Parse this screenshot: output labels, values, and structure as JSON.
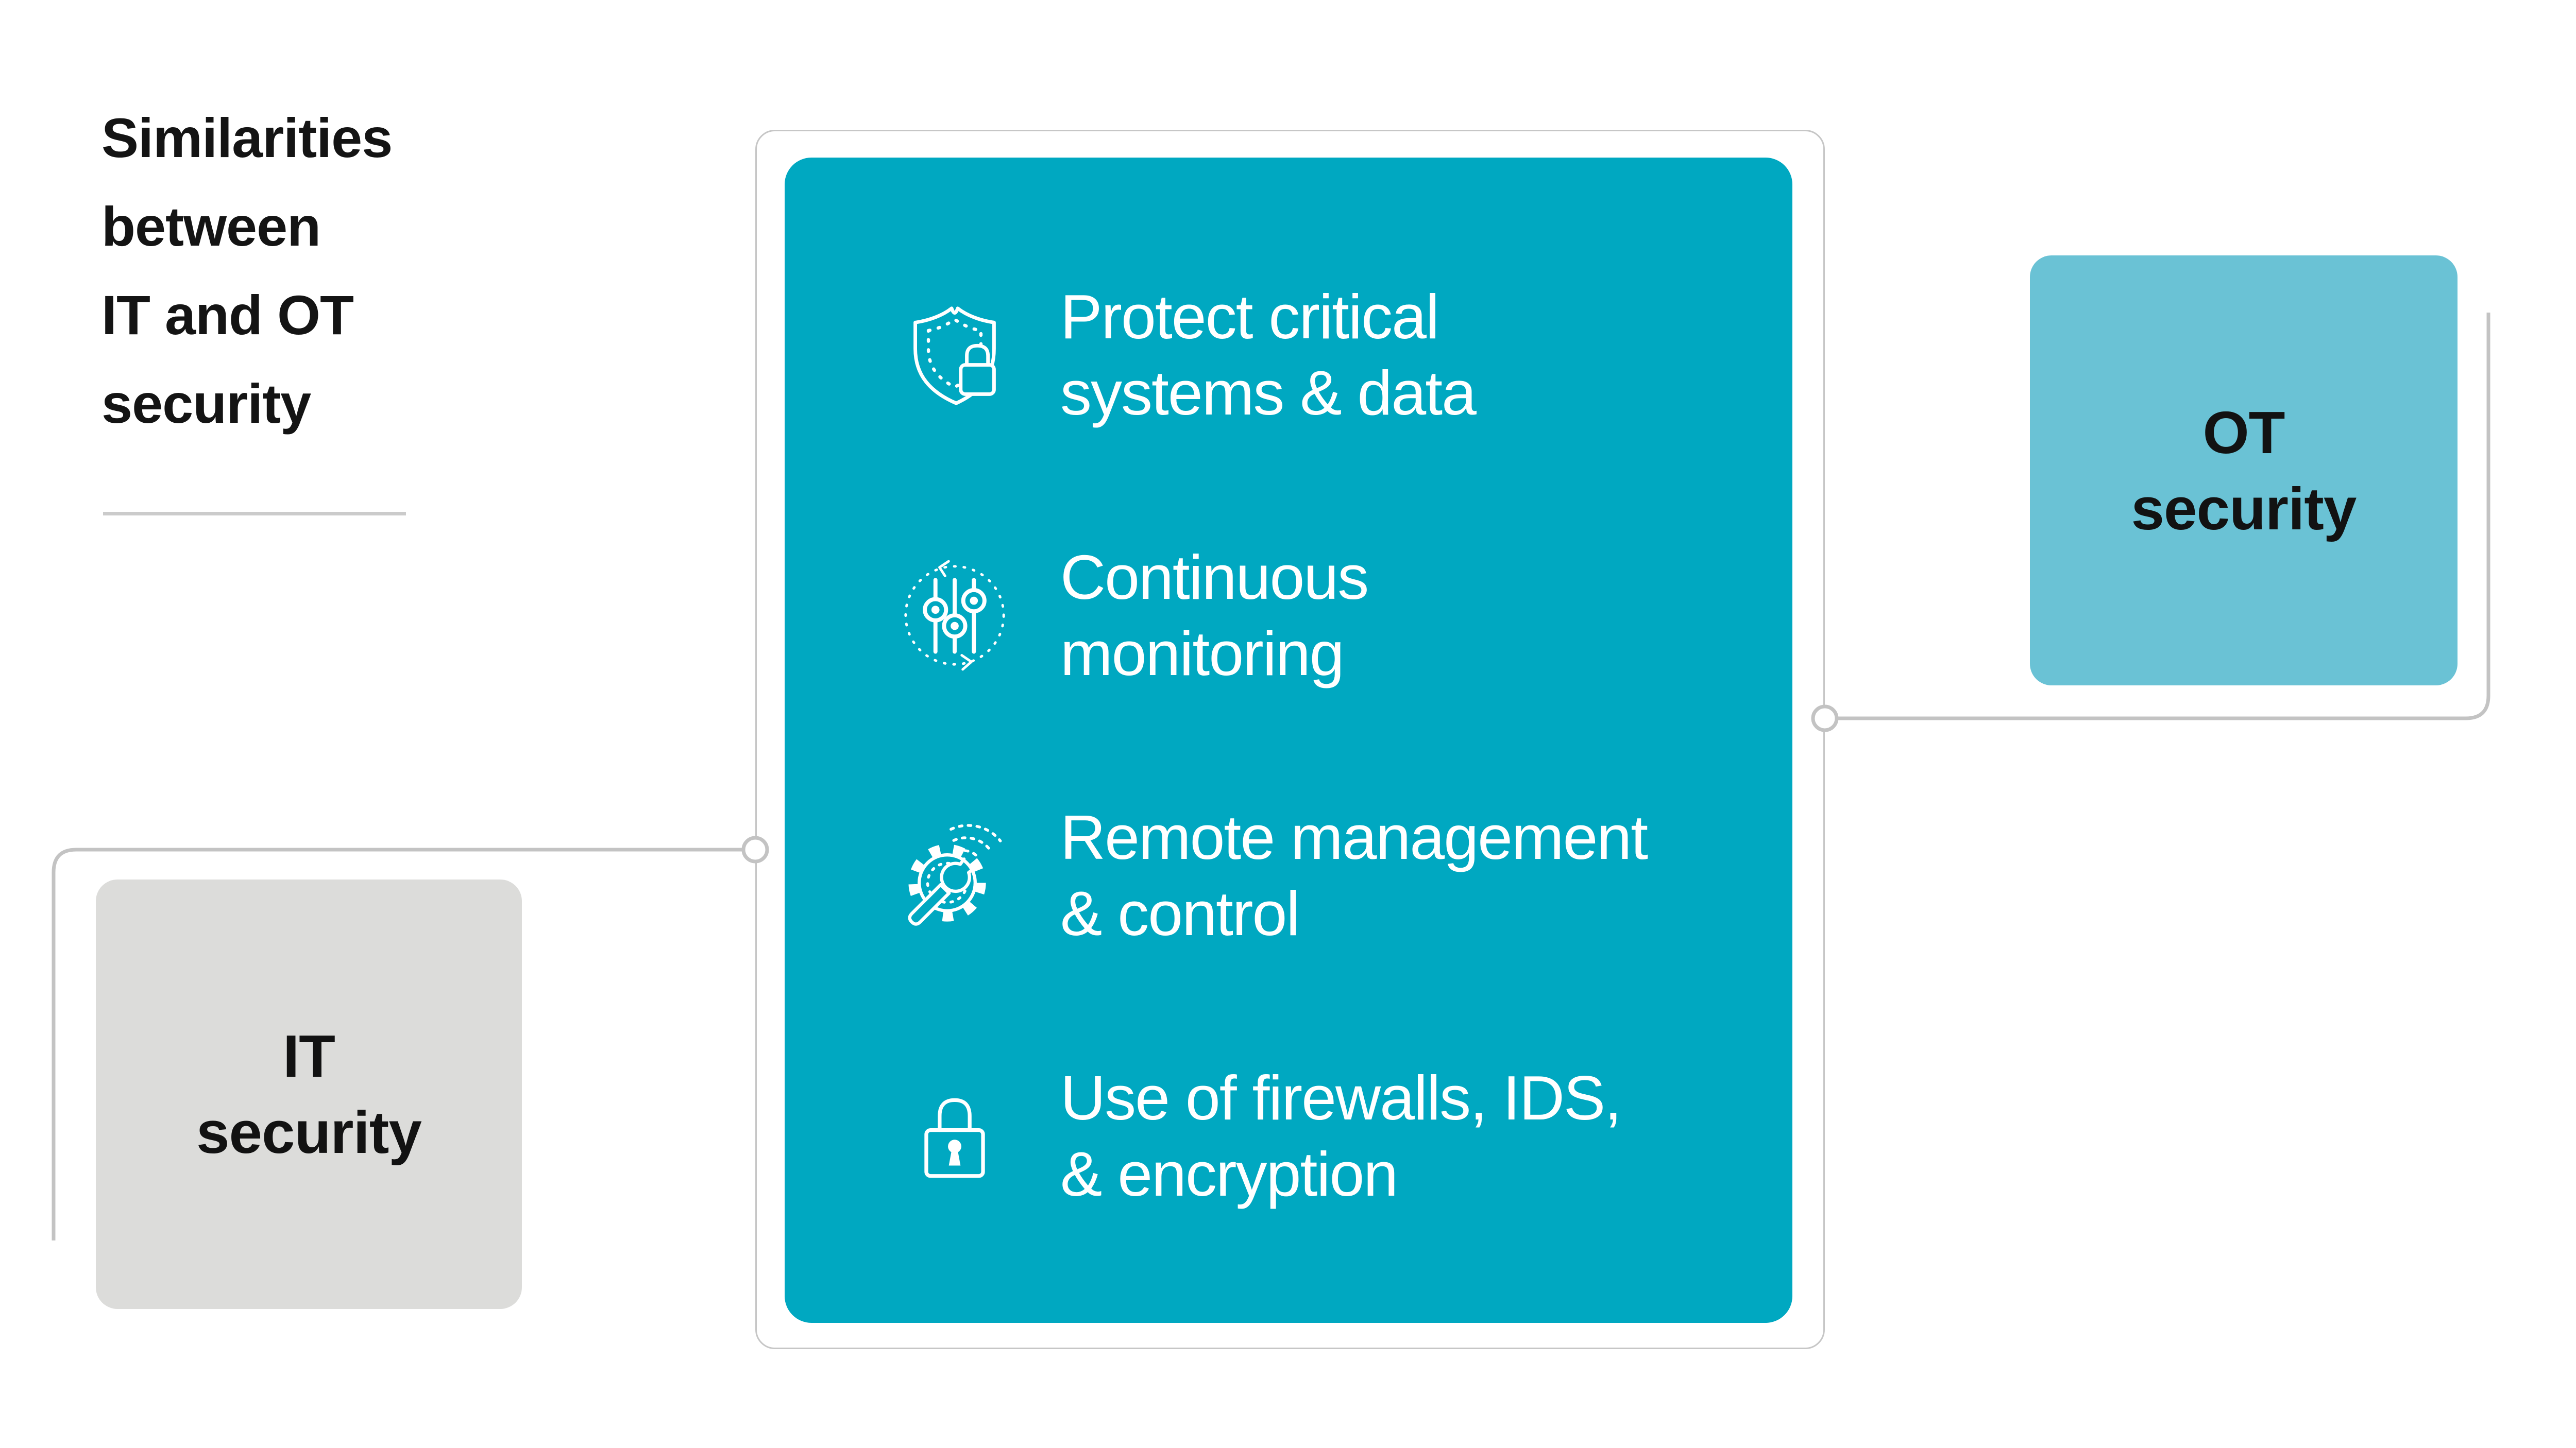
{
  "title": {
    "lines": [
      "Similarities",
      "between",
      "IT and OT",
      "security"
    ]
  },
  "it_node": {
    "lines": [
      "IT",
      "security"
    ]
  },
  "ot_node": {
    "lines": [
      "OT",
      "security"
    ]
  },
  "panel": {
    "items": [
      {
        "icon": "shield-lock-icon",
        "lines": [
          "Protect critical",
          "systems & data"
        ]
      },
      {
        "icon": "sync-sliders-icon",
        "lines": [
          "Continuous",
          "monitoring"
        ]
      },
      {
        "icon": "gear-wrench-icon",
        "lines": [
          "Remote management",
          "& control"
        ]
      },
      {
        "icon": "padlock-icon",
        "lines": [
          "Use of firewalls, IDS,",
          "& encryption"
        ]
      }
    ]
  },
  "colors": {
    "teal": "#00a8c1",
    "ot_blue": "#6ac2d5",
    "it_gray": "#dcdcda",
    "line_gray": "#c3c3c3",
    "frame_border": "#c6c6c6",
    "title_text": "#141414",
    "panel_text": "#ffffff"
  }
}
